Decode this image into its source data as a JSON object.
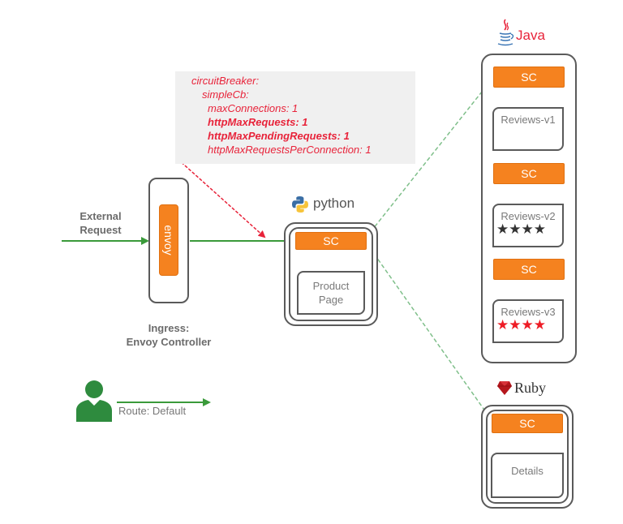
{
  "config": {
    "lines": [
      {
        "text": "circuitBreaker:",
        "bold": false
      },
      {
        "text": "simpleCb:",
        "bold": false
      },
      {
        "text": "maxConnections: 1",
        "bold": false
      },
      {
        "text": "httpMaxRequests: 1",
        "bold": true
      },
      {
        "text": "httpMaxPendingRequests: 1",
        "bold": true
      },
      {
        "text": "httpMaxRequestsPerConnection: 1",
        "bold": false
      }
    ]
  },
  "ingress": {
    "external_request_label": "External\nRequest",
    "envoy_label": "envoy",
    "caption_line1": "Ingress:",
    "caption_line2": "Envoy Controller"
  },
  "productpage": {
    "language": "python",
    "sidecar_label": "SC",
    "service_label": "Product\nPage"
  },
  "reviews": {
    "language": "Java",
    "services": [
      {
        "sidecar_label": "SC",
        "name": "Reviews-v1",
        "stars": 0,
        "star_color": ""
      },
      {
        "sidecar_label": "SC",
        "name": "Reviews-v2",
        "stars": 4,
        "star_color": "#333333"
      },
      {
        "sidecar_label": "SC",
        "name": "Reviews-v3",
        "stars": 4,
        "star_color": "#ee1c25"
      }
    ]
  },
  "details": {
    "language": "Ruby",
    "sidecar_label": "SC",
    "service_label": "Details"
  },
  "legend": {
    "route_label": "Route: Default"
  },
  "colors": {
    "sidecar": "#f5821f",
    "route": "#3a9a3a",
    "config_text": "#e8233a",
    "border": "#5a5a5a"
  },
  "star_glyph": "★"
}
